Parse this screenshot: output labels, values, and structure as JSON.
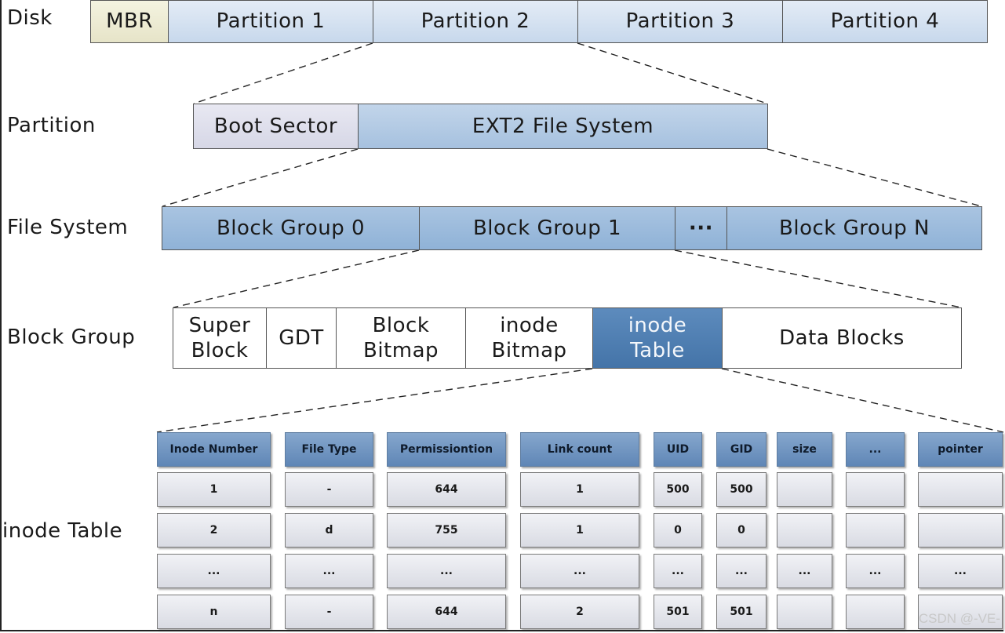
{
  "labels": {
    "disk": "Disk",
    "partition": "Partition",
    "file_system": "File System",
    "block_group": "Block Group",
    "inode_table": "inode Table"
  },
  "disk_row": {
    "mbr": "MBR",
    "partitions": [
      "Partition 1",
      "Partition 2",
      "Partition 3",
      "Partition 4"
    ]
  },
  "partition_row": {
    "boot_sector": "Boot Sector",
    "ext2": "EXT2 File System"
  },
  "fs_row": {
    "group0": "Block Group 0",
    "group1": "Block Group 1",
    "ellipsis": "···",
    "groupN": "Block Group N"
  },
  "block_group_row": {
    "super_block": [
      "Super",
      "Block"
    ],
    "gdt": "GDT",
    "block_bitmap": [
      "Block",
      "Bitmap"
    ],
    "inode_bitmap": [
      "inode",
      "Bitmap"
    ],
    "inode_table": [
      "inode",
      "Table"
    ],
    "data_blocks": "Data Blocks"
  },
  "inode_table": {
    "headers": [
      "Inode Number",
      "File Type",
      "Permissiontion",
      "Link count",
      "UID",
      "GID",
      "size",
      "...",
      "pointer"
    ],
    "rows": [
      [
        "1",
        "-",
        "644",
        "1",
        "500",
        "500",
        "",
        "",
        ""
      ],
      [
        "2",
        "d",
        "755",
        "1",
        "0",
        "0",
        "",
        "",
        ""
      ],
      [
        "...",
        "...",
        "...",
        "...",
        "...",
        "...",
        "...",
        "...",
        "..."
      ],
      [
        "n",
        "-",
        "644",
        "2",
        "501",
        "501",
        "",
        "",
        ""
      ]
    ]
  },
  "watermark": "CSDN @-VE-",
  "colors": {
    "light_blue": "#c7d8ec",
    "dark_blue": "#4474a8",
    "header_blue": "#6f92bf",
    "mbr_cream": "#e6e4c8"
  }
}
